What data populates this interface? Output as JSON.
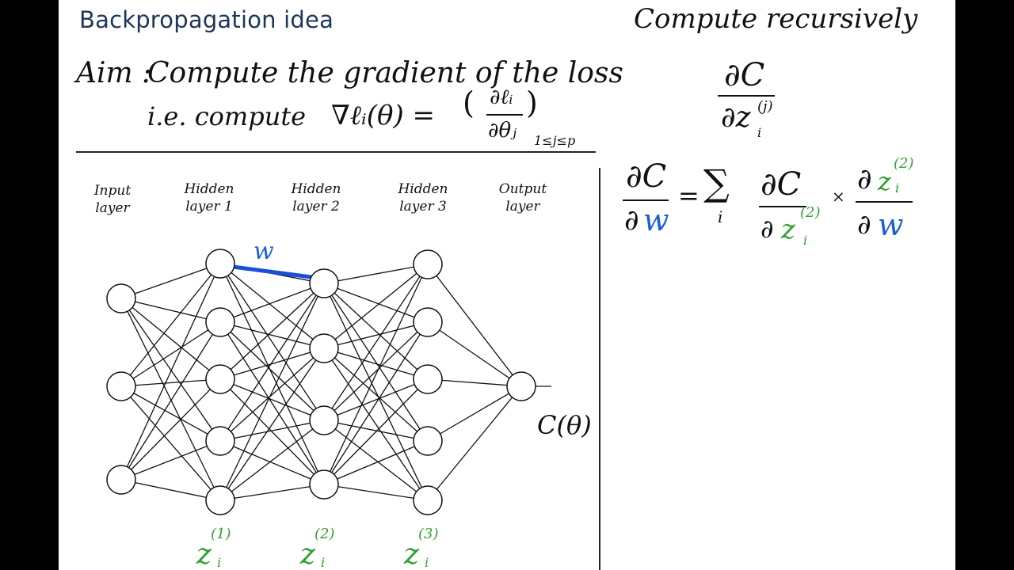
{
  "slide": {
    "title": "Backpropagation idea",
    "aim_label": "Aim :",
    "aim_text": "Compute the gradient of the loss",
    "ie_text": "i.e. compute",
    "grad_formula": "∇ℓᵢ(θ) =",
    "grad_num": "∂ℓᵢ",
    "grad_den": "∂θⱼ",
    "grad_range": "1≤j≤p",
    "recursive_heading": "Compute recursively",
    "recursive_num": "∂C",
    "recursive_den": "∂z",
    "recursive_sup": "(j)",
    "recursive_sub": "i",
    "chain_lhs_num": "∂C",
    "chain_lhs_den_d": "∂",
    "chain_lhs_den_w": "w",
    "chain_equals": "=",
    "chain_sum": "∑",
    "chain_sum_index": "i",
    "chain_mid_num": "∂C",
    "chain_mid_den_d": "∂",
    "chain_mid_den_z": "z",
    "chain_mid_sup": "(2)",
    "chain_mid_sub": "i",
    "chain_times": "×",
    "chain_rhs_num_d": "∂",
    "chain_rhs_num_z": "z",
    "chain_rhs_sup": "(2)",
    "chain_rhs_sub": "i",
    "chain_rhs_den_d": "∂",
    "chain_rhs_den_w": "w",
    "network": {
      "layer_labels": [
        [
          "Input",
          "layer"
        ],
        [
          "Hidden",
          "layer 1"
        ],
        [
          "Hidden",
          "layer 2"
        ],
        [
          "Hidden",
          "layer 3"
        ],
        [
          "Output",
          "layer"
        ]
      ],
      "weight_label": "w",
      "output_label": "C(θ)",
      "z_labels": [
        {
          "base": "z",
          "sup": "(1)",
          "sub": "i"
        },
        {
          "base": "z",
          "sup": "(2)",
          "sub": "i"
        },
        {
          "base": "z",
          "sup": "(3)",
          "sub": "i"
        }
      ]
    }
  },
  "colors": {
    "title": "#1d3659",
    "ink": "#111111",
    "green": "#2fa12f",
    "blue": "#1a5fd6",
    "highlight_edge": "#1a4fd6"
  }
}
